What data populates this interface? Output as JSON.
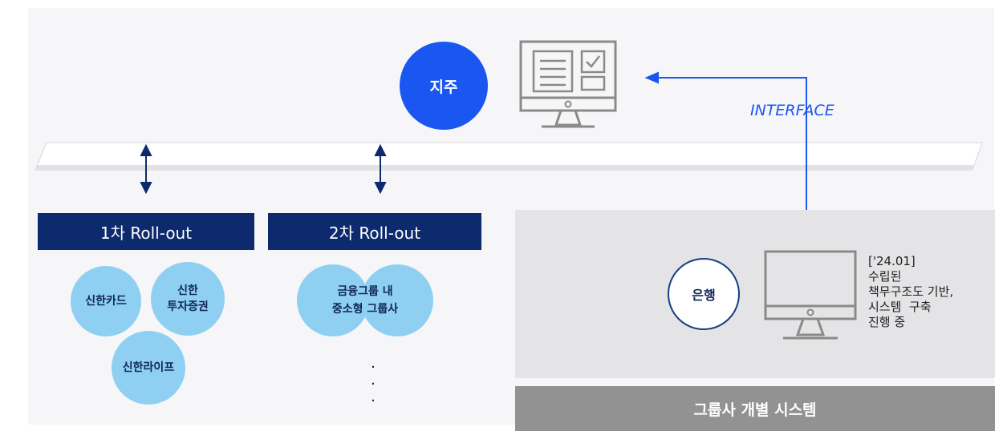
{
  "hub": {
    "label": "지주"
  },
  "interface_label": "INTERFACE",
  "rollouts": [
    {
      "label": "1차 Roll-out",
      "affiliates": [
        "신한카드",
        "신한\n투자증권",
        "신한라이프"
      ]
    },
    {
      "label": "2차 Roll-out",
      "affiliates": [
        "금융그룹 내\n중소형 그룹사"
      ],
      "more": "·\n·\n·"
    }
  ],
  "bank": {
    "label": "은행",
    "note_lines": [
      "['24.01]",
      "수립된",
      "책무구조도 기반,",
      "시스템  구축",
      "진행 중"
    ]
  },
  "group_system_label": "그룹사 개별 시스템",
  "colors": {
    "hub": "#1a56f0",
    "interface_arrow": "#1a56f0",
    "rollout_header": "#0d2a6e",
    "affiliate_bubble": "#8fd0f2",
    "bank_panel": "#e4e4e6",
    "group_system_bar": "#929293"
  },
  "icons": [
    "monitor-checklist-icon",
    "monitor-icon",
    "double-arrow-icon"
  ]
}
